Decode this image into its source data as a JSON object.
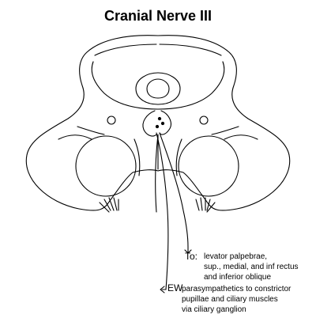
{
  "title": "Cranial Nerve III",
  "labels": {
    "to": "To:",
    "ew": "EW",
    "to_lines": [
      "levator palpebrae,",
      "sup., medial, and inf rectus",
      "and inferior oblique"
    ],
    "ew_lines": [
      "parasympathetics to constrictor",
      "pupillae and ciliary muscles",
      "via ciliary ganglion"
    ]
  },
  "colors": {
    "line": "#000000",
    "background": "#ffffff"
  }
}
